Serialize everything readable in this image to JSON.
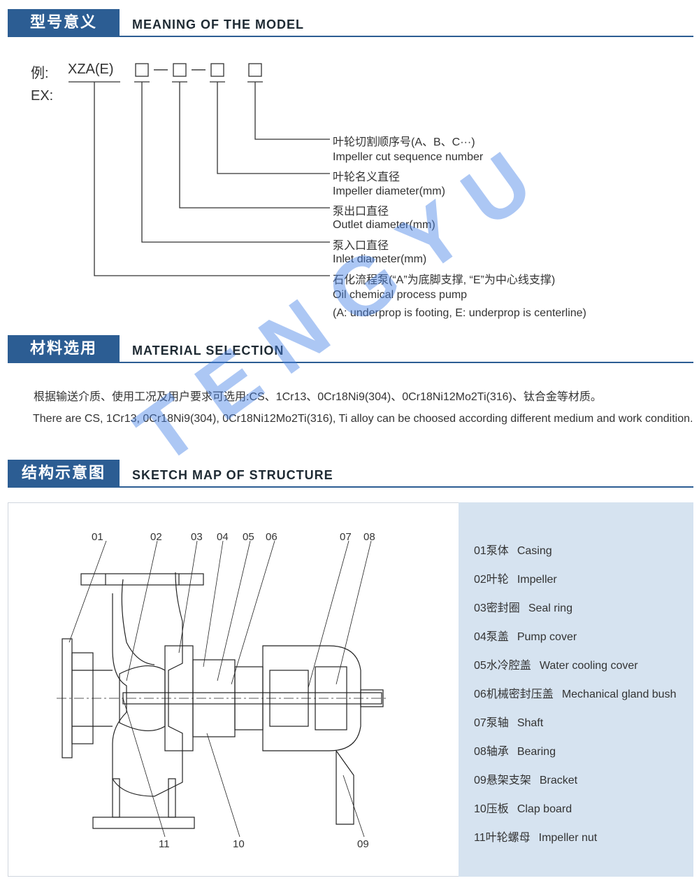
{
  "sections": {
    "model": {
      "cn": "型号意义",
      "en": "MEANING OF THE MODEL"
    },
    "material": {
      "cn": "材料选用",
      "en": "MATERIAL  SELECTION"
    },
    "sketch": {
      "cn": "结构示意图",
      "en": "SKETCH  MAP  OF  STRUCTURE"
    }
  },
  "model": {
    "example_cn": "例:",
    "example_en": "EX:",
    "code": "XZA(E)",
    "separator": "—",
    "legend": [
      {
        "cn": "叶轮切割顺序号(A、B、C···)",
        "en": "Impeller cut sequence number"
      },
      {
        "cn": "叶轮名义直径",
        "en": "Impeller diameter(mm)"
      },
      {
        "cn": "泵出口直径",
        "en": "Outlet diameter(mm)"
      },
      {
        "cn": "泵入口直径",
        "en": "Inlet diameter(mm)"
      },
      {
        "cn": "石化流程泵(“A”为底脚支撑, “E”为中心线支撑)",
        "en": "Oil chemical process pump",
        "en2": "(A: underprop  is footing, E: underprop is centerline)"
      }
    ]
  },
  "material": {
    "cn": "根据输送介质、使用工况及用户要求可选用:CS、1Cr13、0Cr18Ni9(304)、0Cr18Ni12Mo2Ti(316)、钛合金等材质。",
    "en": "There are CS, 1Cr13,  0Cr18Ni9(304), 0Cr18Ni12Mo2Ti(316), Ti alloy can be choosed according different medium and work condition."
  },
  "watermark": "TENGYU",
  "callouts_top": [
    "01",
    "02",
    "03",
    "04",
    "05",
    "06",
    "07",
    "08"
  ],
  "callouts_bottom": [
    "11",
    "10",
    "09"
  ],
  "parts": [
    {
      "no": "01泵体",
      "en": "Casing"
    },
    {
      "no": "02叶轮",
      "en": "Impeller"
    },
    {
      "no": "03密封圈",
      "en": "Seal ring"
    },
    {
      "no": "04泵盖",
      "en": "Pump cover"
    },
    {
      "no": "05水冷腔盖",
      "en": "Water cooling cover"
    },
    {
      "no": "06机械密封压盖",
      "en": "Mechanical gland bush"
    },
    {
      "no": "07泵轴",
      "en": "Shaft"
    },
    {
      "no": "08轴承",
      "en": "Bearing"
    },
    {
      "no": "09悬架支架",
      "en": "Bracket"
    },
    {
      "no": "10压板",
      "en": "Clap board"
    },
    {
      "no": "11叶轮螺母",
      "en": "Impeller nut"
    }
  ],
  "colors": {
    "header_blue": "#2c5d93",
    "panel_blue": "#d6e3f0",
    "watermark": "#4682e6"
  }
}
